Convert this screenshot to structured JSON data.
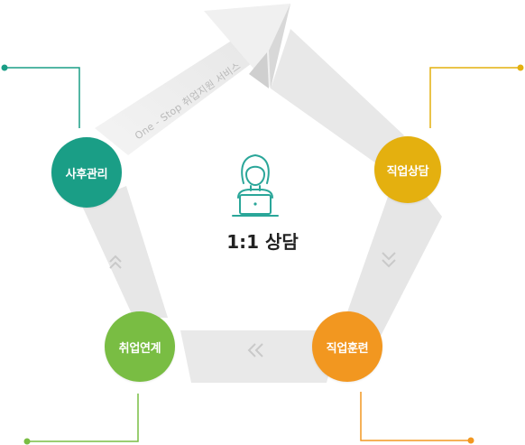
{
  "diagram": {
    "banner_text": "One - Stop 취업지원 서비스",
    "center": {
      "title": "1:1 상담",
      "icon": "counselor-laptop-icon"
    },
    "steps": [
      {
        "id": "job-counseling",
        "label": "직업상담",
        "color": "#e4b00f"
      },
      {
        "id": "job-training",
        "label": "직업훈련",
        "color": "#f29720"
      },
      {
        "id": "job-linking",
        "label": "취업연계",
        "color": "#79bd43"
      },
      {
        "id": "follow-up",
        "label": "사후관리",
        "color": "#1a9e86"
      }
    ],
    "center_icon_color": "#2aa699",
    "track_color": "#ebebeb",
    "chevron_color": "#c9c9c9"
  }
}
